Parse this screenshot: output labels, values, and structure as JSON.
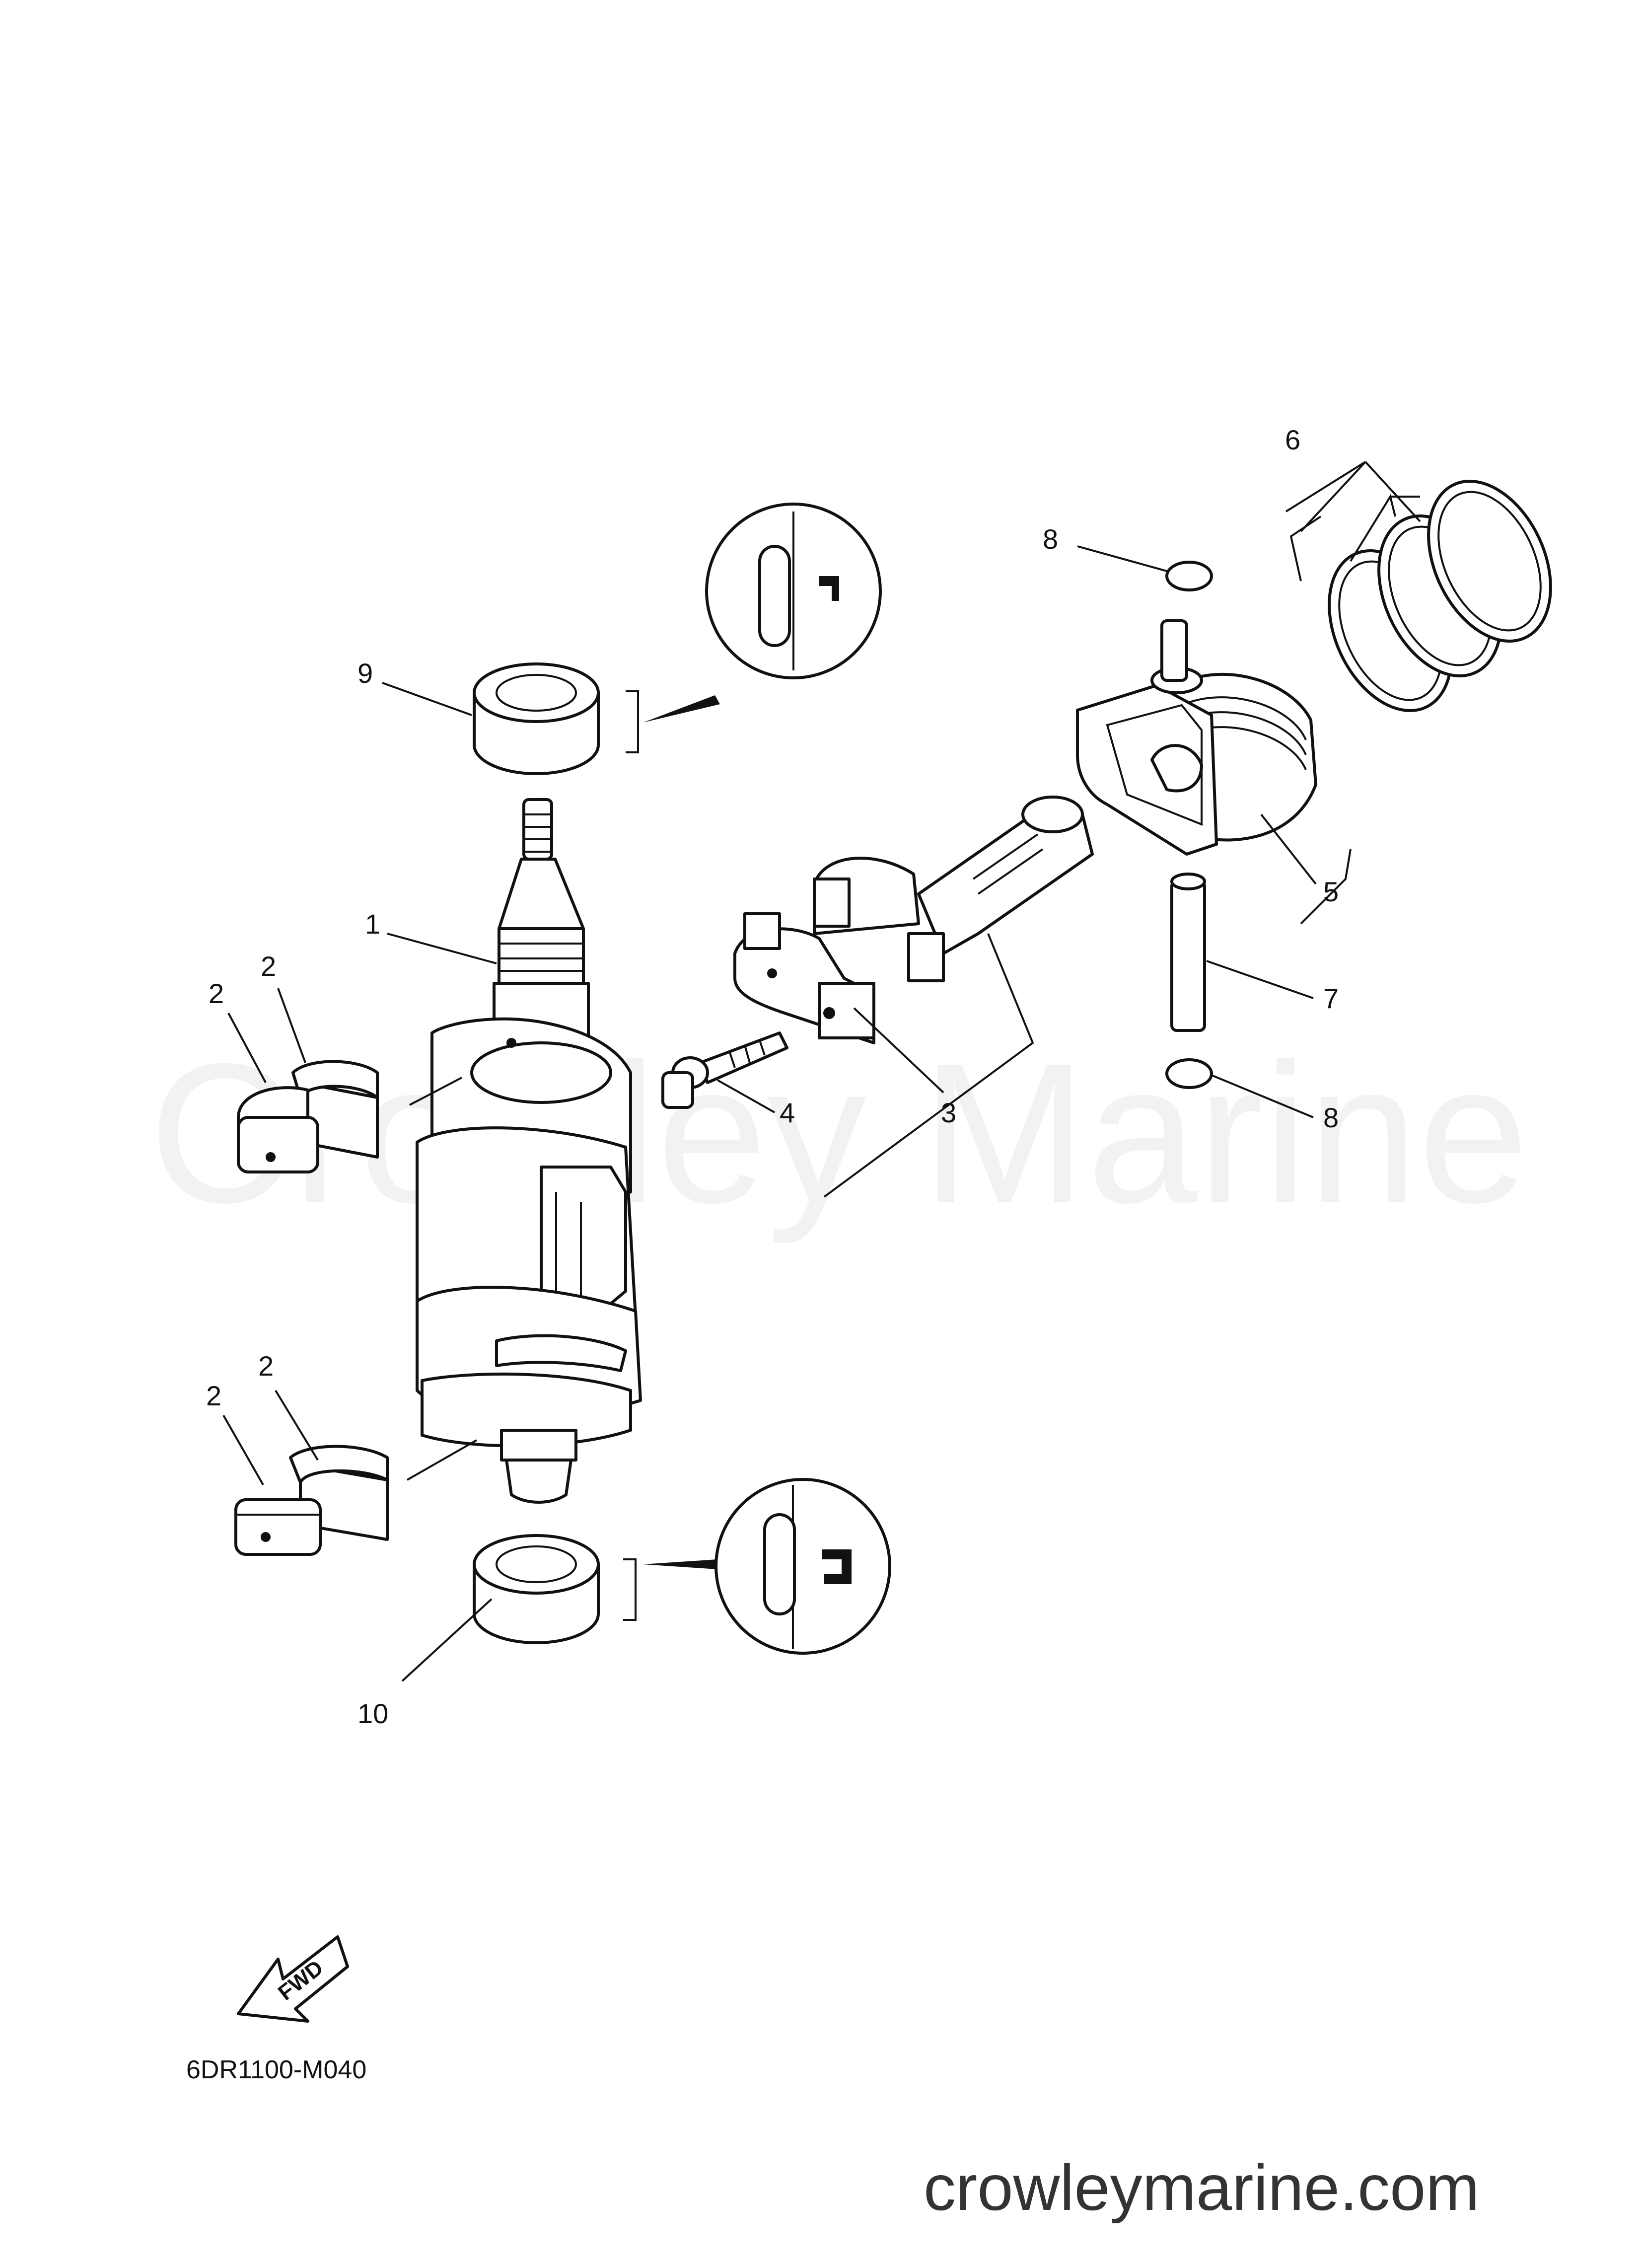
{
  "watermark": "Crowley Marine",
  "labels": {
    "crankshaft": "1",
    "bearing_upper_a": "2",
    "bearing_upper_b": "2",
    "bearing_lower_a": "2",
    "bearing_lower_b": "2",
    "connecting_rod": "3",
    "bolt": "4",
    "bolt_rod_group": "4",
    "piston": "5",
    "piston_rings": "6",
    "piston_pin": "7",
    "clip_top": "8",
    "clip_bottom": "8",
    "oil_seal_top": "9",
    "oil_seal_bottom": "10"
  },
  "forward_label": "FWD",
  "diagram_code": "6DR1100-M040",
  "site_url": "crowleymarine.com"
}
